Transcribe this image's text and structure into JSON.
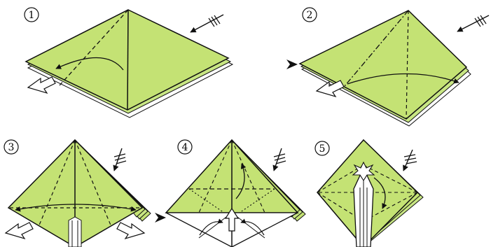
{
  "diagram": {
    "colors": {
      "paper": "#c4e274",
      "paper_dark": "#b3d45e",
      "paper_edge": "#e5f1bd",
      "back_layer": "#c8e683",
      "line": "#101010",
      "background": "#ffffff"
    },
    "steps": [
      {
        "label": "1"
      },
      {
        "label": "2"
      },
      {
        "label": "3"
      },
      {
        "label": "4"
      },
      {
        "label": "5"
      }
    ]
  }
}
